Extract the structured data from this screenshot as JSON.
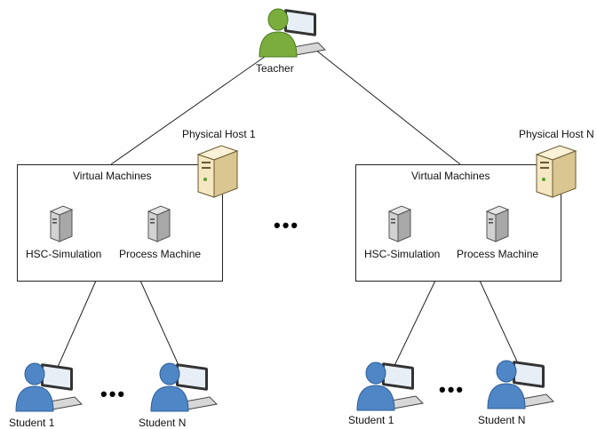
{
  "teacher": {
    "label": "Teacher",
    "icon": "teacher-laptop-icon",
    "color": "#7aad3c"
  },
  "hosts": [
    {
      "label": "Physical Host 1",
      "vm_title": "Virtual Machines",
      "vms": [
        {
          "label": "HSC-Simulation"
        },
        {
          "label": "Process Machine"
        }
      ],
      "students": [
        {
          "label": "Student 1"
        },
        {
          "label": "Student N"
        }
      ],
      "student_ellipsis": "•••"
    },
    {
      "label": "Physical Host N",
      "vm_title": "Virtual Machines",
      "vms": [
        {
          "label": "HSC-Simulation"
        },
        {
          "label": "Process Machine"
        }
      ],
      "students": [
        {
          "label": "Student 1"
        },
        {
          "label": "Student N"
        }
      ],
      "student_ellipsis": "•••"
    }
  ],
  "host_ellipsis": "•••",
  "colors": {
    "student": "#4f86c6",
    "host_server": "#f4e7c2",
    "vm_server": "#c8c8c8",
    "line": "#222222"
  }
}
